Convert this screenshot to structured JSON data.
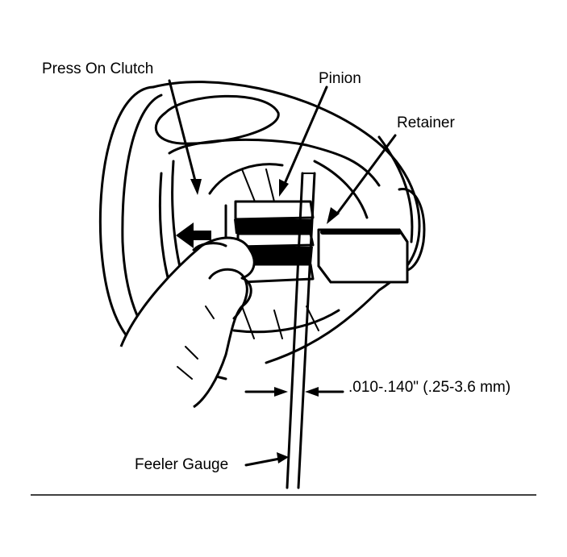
{
  "labels": {
    "press_on_clutch": "Press On Clutch",
    "pinion": "Pinion",
    "retainer": "Retainer",
    "clearance": ".010-.140\" (.25-3.6 mm)",
    "feeler_gauge": "Feeler Gauge"
  }
}
